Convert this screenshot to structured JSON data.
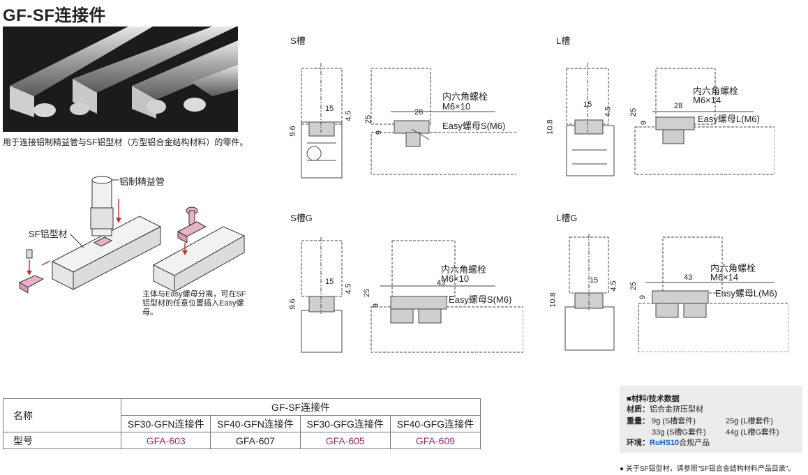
{
  "title": "GF-SF连接件",
  "intro_note": "用于连接铝制精益管与SF铝型材（方型铝合金结构材料）的零件。",
  "assembly": {
    "pipe_label": "铝制精益管",
    "profile_label": "SF铝型材",
    "caption": "主体与Easy螺母分离，可在SF铝型材的任意位置插入Easy螺母。"
  },
  "drawings": {
    "s_slot": {
      "title": "S槽",
      "bolt_label": "内六角螺栓",
      "bolt_size": "M6×10",
      "nut_label": "Easy螺母S(M6)",
      "dims": [
        "15",
        "4.5",
        "9.6",
        "25",
        "28",
        "9"
      ]
    },
    "l_slot": {
      "title": "L槽",
      "bolt_label": "内六角螺栓",
      "bolt_size": "M6×14",
      "nut_label": "Easy螺母L(M6)",
      "dims": [
        "15",
        "4.5",
        "10.8",
        "25",
        "28",
        "9"
      ]
    },
    "s_slot_g": {
      "title": "S槽G",
      "bolt_label": "内六角螺栓",
      "bolt_size": "M6×10",
      "nut_label": "Easy螺母S(M6)",
      "dims": [
        "15",
        "4.5",
        "9.6",
        "25",
        "43",
        "9"
      ]
    },
    "l_slot_g": {
      "title": "L槽G",
      "bolt_label": "内六角螺栓",
      "bolt_size": "M6×14",
      "nut_label": "Easy螺母L(M6)",
      "dims": [
        "15",
        "4.5",
        "10.8",
        "25",
        "43",
        "9"
      ]
    }
  },
  "table": {
    "name_header": "名称",
    "group_header": "GF-SF连接件",
    "model_header": "型号",
    "products": [
      {
        "name": "SF30-GFN连接件",
        "model": "GFA-603",
        "highlight": true
      },
      {
        "name": "SF40-GFN连接件",
        "model": "GFA-607",
        "highlight": false
      },
      {
        "name": "SF30-GFG连接件",
        "model": "GFA-605",
        "highlight": true
      },
      {
        "name": "SF40-GFG连接件",
        "model": "GFA-609",
        "highlight": true
      }
    ]
  },
  "specs": {
    "header": "■材料/技术数据",
    "material_label": "材质：",
    "material_value": "铝合金挤压型材",
    "weight_label": "重量：",
    "weights": [
      "9g (S槽套件)",
      "25g (L槽套件)",
      "33g (S槽G套件)",
      "44g (L槽G套件)"
    ],
    "env_label": "环境：",
    "env_rohs": "RoHS10",
    "env_value": "合规产品"
  },
  "footnote": "● 关于SF铝型材，请参照\"SF铝合金结构材料产品目录\"。",
  "colors": {
    "pink": "#9b2a6b",
    "blue": "#1a5fb4",
    "specs_bg": "#ececec"
  }
}
